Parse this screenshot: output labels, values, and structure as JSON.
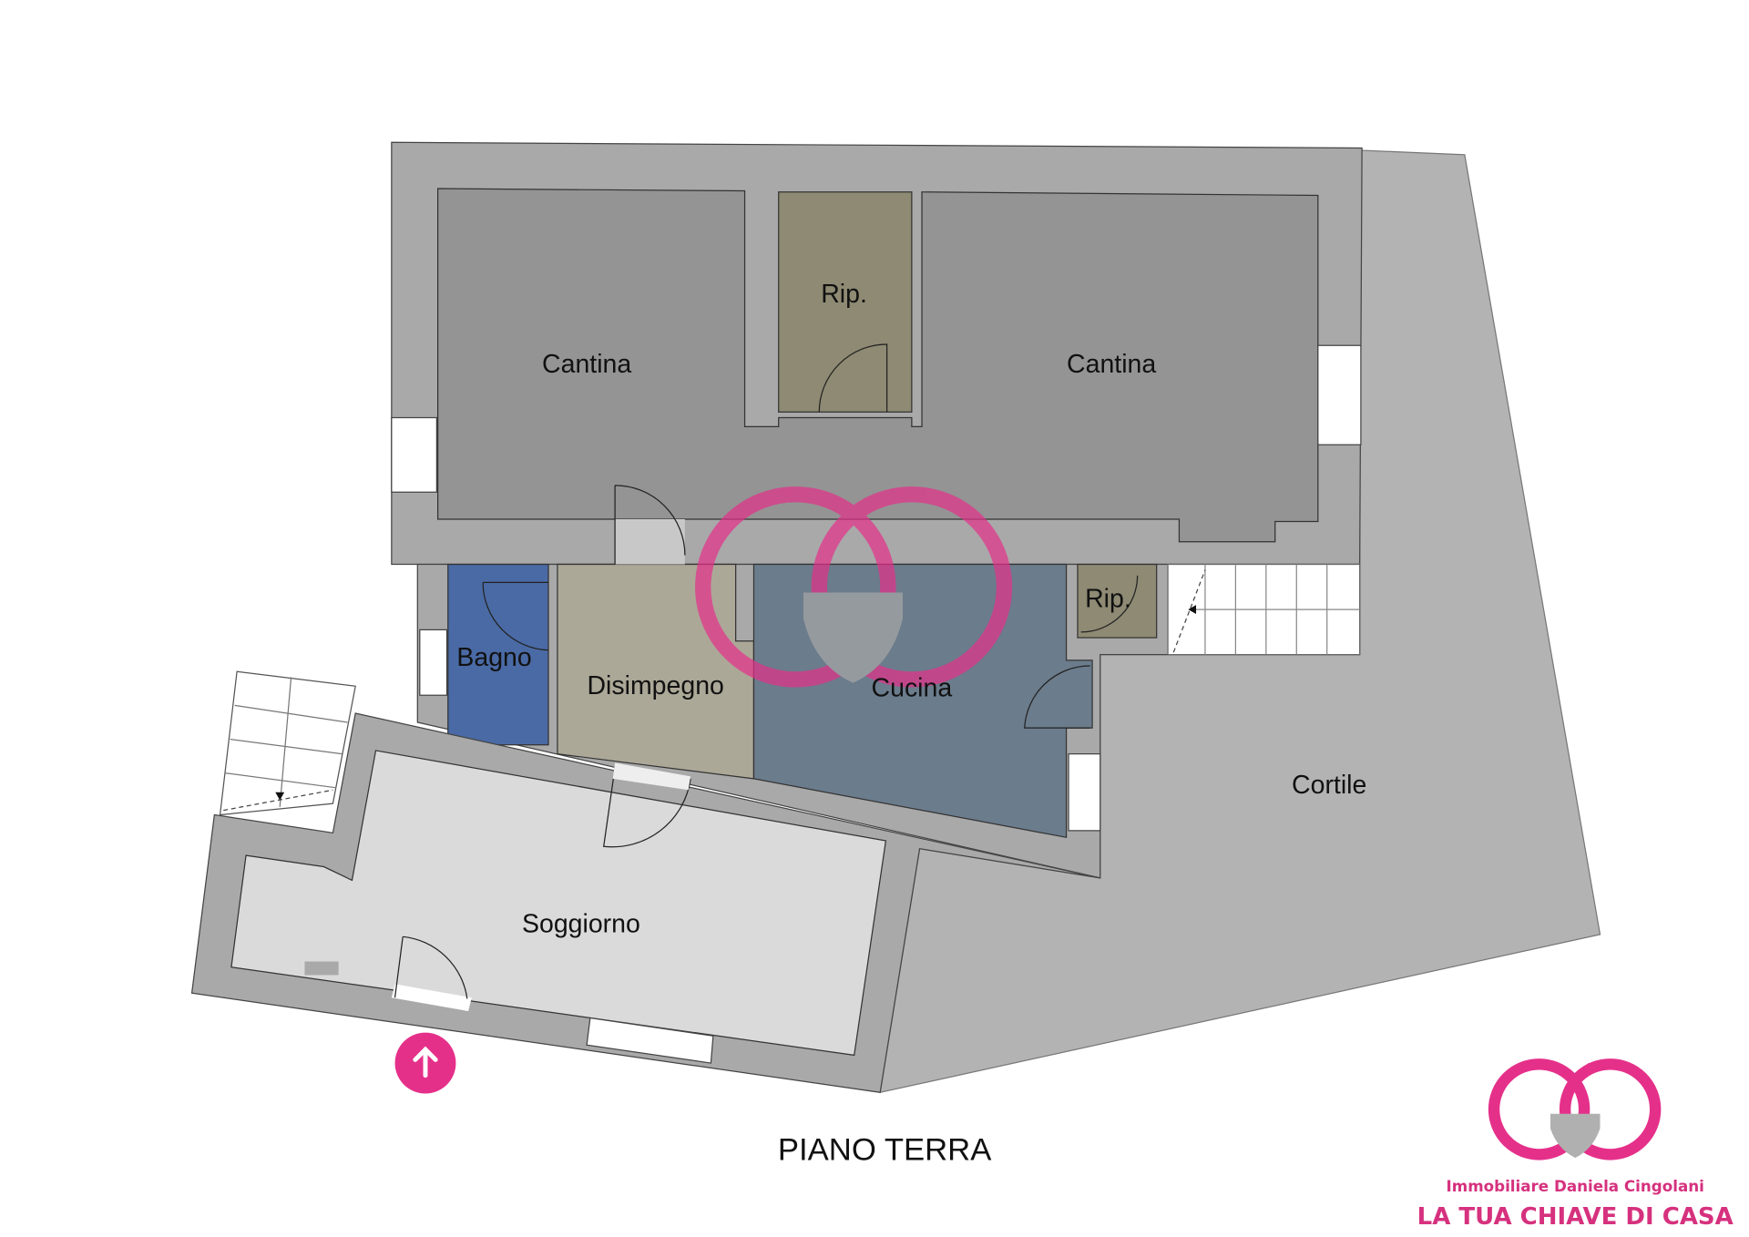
{
  "plan": {
    "title": "PIANO TERRA",
    "rooms": [
      {
        "id": "cantina-left",
        "label": "Cantina",
        "color": "#949494"
      },
      {
        "id": "rip-top",
        "label": "Rip.",
        "color": "#8e8a73"
      },
      {
        "id": "cantina-right",
        "label": "Cantina",
        "color": "#949494"
      },
      {
        "id": "bagno",
        "label": "Bagno",
        "color": "#4a6aa5"
      },
      {
        "id": "disimpegno",
        "label": "Disimpegno",
        "color": "#aca898"
      },
      {
        "id": "cucina",
        "label": "Cucina",
        "color": "#6b7c8c"
      },
      {
        "id": "rip-small",
        "label": "Rip.",
        "color": "#8e8a73"
      },
      {
        "id": "cortile",
        "label": "Cortile",
        "color": "#b3b3b3"
      },
      {
        "id": "soggiorno",
        "label": "Soggiorno",
        "color": "#dadada"
      }
    ],
    "entrance_icon": "arrow-up-icon"
  },
  "brand": {
    "name": "Immobiliare Daniela Cingolani",
    "slogan": "LA TUA CHIAVE DI CASA",
    "color": "#e5308a"
  },
  "colors": {
    "wall": "#a9a9a9",
    "accent": "#e5308a"
  }
}
